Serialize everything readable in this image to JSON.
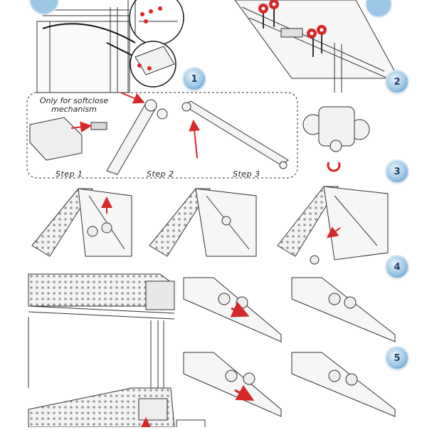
{
  "note": {
    "line1": "Only for softclose",
    "line2": "mechanism"
  },
  "steps": {
    "step1": "Step 1",
    "step2": "Step 2",
    "step3": "Step 3"
  },
  "badges": [
    "1",
    "2",
    "3",
    "4",
    "5"
  ],
  "colors": {
    "line": "#333333",
    "accent_red": "#d62828",
    "badge_blue": "#6aa6d6",
    "panel_fill": "#ececec"
  },
  "icons": [
    "rotate-arrow-icon",
    "red-arrow-icon",
    "screw-icon"
  ]
}
